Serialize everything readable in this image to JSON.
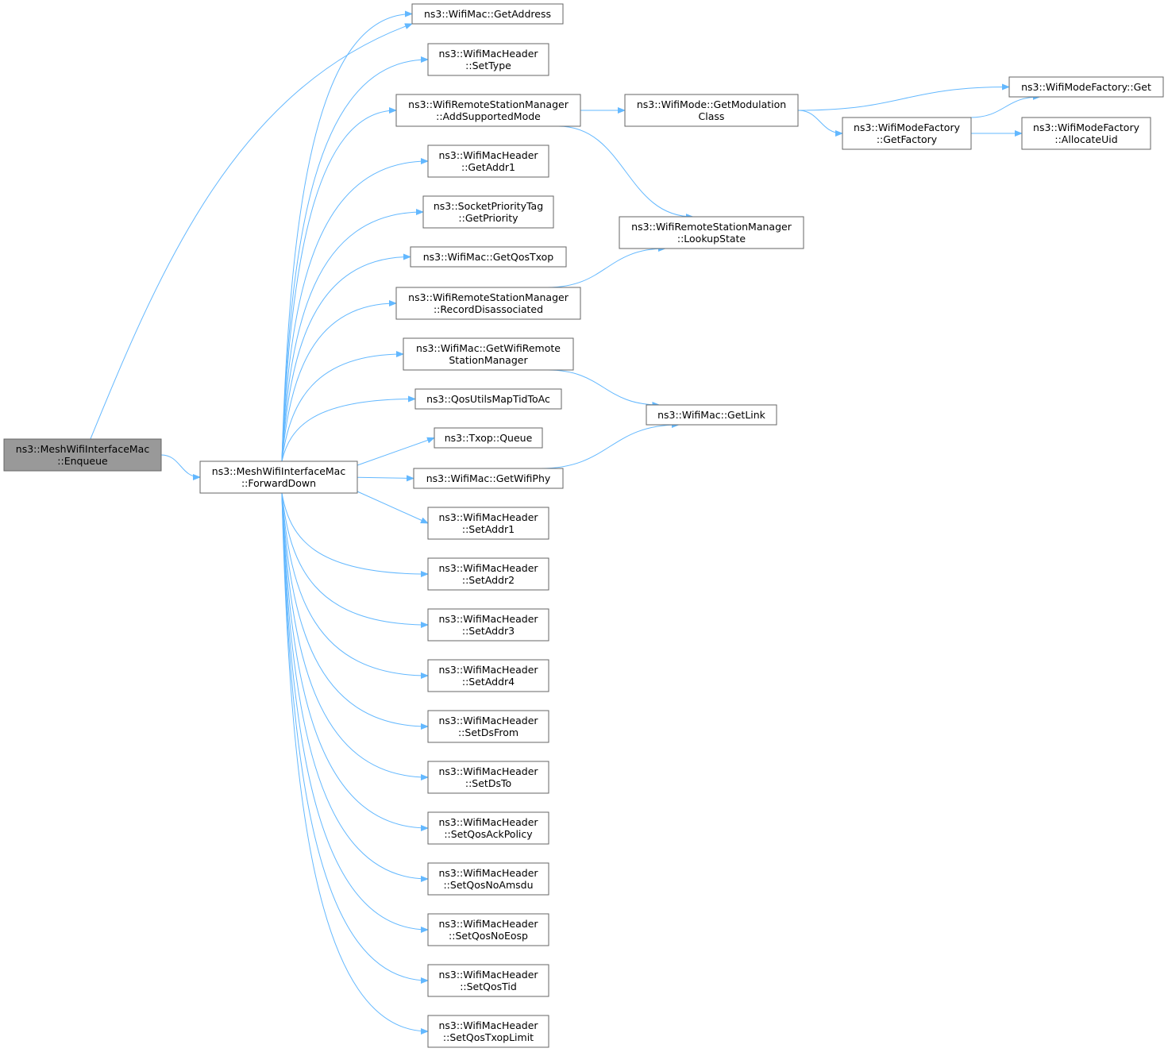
{
  "colors": {
    "edge": "#63b8ff",
    "node_border": "#666666",
    "node_fill": "#ffffff",
    "root_fill": "#999999"
  },
  "nodes": [
    {
      "id": "enqueue",
      "lines": [
        "ns3::MeshWifiInterfaceMac",
        "::Enqueue"
      ],
      "root": true
    },
    {
      "id": "forwarddown",
      "lines": [
        "ns3::MeshWifiInterfaceMac",
        "::ForwardDown"
      ]
    },
    {
      "id": "getaddress",
      "lines": [
        "ns3::WifiMac::GetAddress"
      ]
    },
    {
      "id": "settype",
      "lines": [
        "ns3::WifiMacHeader",
        "::SetType"
      ]
    },
    {
      "id": "addsupportedmode",
      "lines": [
        "ns3::WifiRemoteStationManager",
        "::AddSupportedMode"
      ]
    },
    {
      "id": "getaddr1",
      "lines": [
        "ns3::WifiMacHeader",
        "::GetAddr1"
      ]
    },
    {
      "id": "getpriority",
      "lines": [
        "ns3::SocketPriorityTag",
        "::GetPriority"
      ]
    },
    {
      "id": "getqostxop",
      "lines": [
        "ns3::WifiMac::GetQosTxop"
      ]
    },
    {
      "id": "recorddisassociated",
      "lines": [
        "ns3::WifiRemoteStationManager",
        "::RecordDisassociated"
      ]
    },
    {
      "id": "getwifiremotestationmanager",
      "lines": [
        "ns3::WifiMac::GetWifiRemote",
        "StationManager"
      ]
    },
    {
      "id": "qosutilsmaptidtoac",
      "lines": [
        "ns3::QosUtilsMapTidToAc"
      ]
    },
    {
      "id": "txopqueue",
      "lines": [
        "ns3::Txop::Queue"
      ]
    },
    {
      "id": "getwifiphy",
      "lines": [
        "ns3::WifiMac::GetWifiPhy"
      ]
    },
    {
      "id": "setaddr1",
      "lines": [
        "ns3::WifiMacHeader",
        "::SetAddr1"
      ]
    },
    {
      "id": "setaddr2",
      "lines": [
        "ns3::WifiMacHeader",
        "::SetAddr2"
      ]
    },
    {
      "id": "setaddr3",
      "lines": [
        "ns3::WifiMacHeader",
        "::SetAddr3"
      ]
    },
    {
      "id": "setaddr4",
      "lines": [
        "ns3::WifiMacHeader",
        "::SetAddr4"
      ]
    },
    {
      "id": "setdsfrom",
      "lines": [
        "ns3::WifiMacHeader",
        "::SetDsFrom"
      ]
    },
    {
      "id": "setdsto",
      "lines": [
        "ns3::WifiMacHeader",
        "::SetDsTo"
      ]
    },
    {
      "id": "setqosackpolicy",
      "lines": [
        "ns3::WifiMacHeader",
        "::SetQosAckPolicy"
      ]
    },
    {
      "id": "setqosnoamsdu",
      "lines": [
        "ns3::WifiMacHeader",
        "::SetQosNoAmsdu"
      ]
    },
    {
      "id": "setqosnoeosp",
      "lines": [
        "ns3::WifiMacHeader",
        "::SetQosNoEosp"
      ]
    },
    {
      "id": "setqostid",
      "lines": [
        "ns3::WifiMacHeader",
        "::SetQosTid"
      ]
    },
    {
      "id": "setqostxoplimit",
      "lines": [
        "ns3::WifiMacHeader",
        "::SetQosTxopLimit"
      ]
    },
    {
      "id": "getmodulationclass",
      "lines": [
        "ns3::WifiMode::GetModulation",
        "Class"
      ]
    },
    {
      "id": "lookupstate",
      "lines": [
        "ns3::WifiRemoteStationManager",
        "::LookupState"
      ]
    },
    {
      "id": "getlink",
      "lines": [
        "ns3::WifiMac::GetLink"
      ]
    },
    {
      "id": "wifimodefactoryget",
      "lines": [
        "ns3::WifiModeFactory::Get"
      ]
    },
    {
      "id": "getfactory",
      "lines": [
        "ns3::WifiModeFactory",
        "::GetFactory"
      ]
    },
    {
      "id": "allocateuid",
      "lines": [
        "ns3::WifiModeFactory",
        "::AllocateUid"
      ]
    }
  ],
  "edges": [
    [
      "enqueue",
      "getaddress"
    ],
    [
      "enqueue",
      "forwarddown"
    ],
    [
      "forwarddown",
      "getaddress"
    ],
    [
      "forwarddown",
      "settype"
    ],
    [
      "forwarddown",
      "addsupportedmode"
    ],
    [
      "forwarddown",
      "getaddr1"
    ],
    [
      "forwarddown",
      "getpriority"
    ],
    [
      "forwarddown",
      "getqostxop"
    ],
    [
      "forwarddown",
      "recorddisassociated"
    ],
    [
      "forwarddown",
      "getwifiremotestationmanager"
    ],
    [
      "forwarddown",
      "qosutilsmaptidtoac"
    ],
    [
      "forwarddown",
      "txopqueue"
    ],
    [
      "forwarddown",
      "getwifiphy"
    ],
    [
      "forwarddown",
      "setaddr1"
    ],
    [
      "forwarddown",
      "setaddr2"
    ],
    [
      "forwarddown",
      "setaddr3"
    ],
    [
      "forwarddown",
      "setaddr4"
    ],
    [
      "forwarddown",
      "setdsfrom"
    ],
    [
      "forwarddown",
      "setdsto"
    ],
    [
      "forwarddown",
      "setqosackpolicy"
    ],
    [
      "forwarddown",
      "setqosnoamsdu"
    ],
    [
      "forwarddown",
      "setqosnoeosp"
    ],
    [
      "forwarddown",
      "setqostid"
    ],
    [
      "forwarddown",
      "setqostxoplimit"
    ],
    [
      "addsupportedmode",
      "getmodulationclass"
    ],
    [
      "addsupportedmode",
      "lookupstate"
    ],
    [
      "recorddisassociated",
      "lookupstate"
    ],
    [
      "getwifiremotestationmanager",
      "getlink"
    ],
    [
      "getwifiphy",
      "getlink"
    ],
    [
      "getmodulationclass",
      "wifimodefactoryget"
    ],
    [
      "getmodulationclass",
      "getfactory"
    ],
    [
      "getfactory",
      "wifimodefactoryget"
    ],
    [
      "getfactory",
      "allocateuid"
    ]
  ]
}
